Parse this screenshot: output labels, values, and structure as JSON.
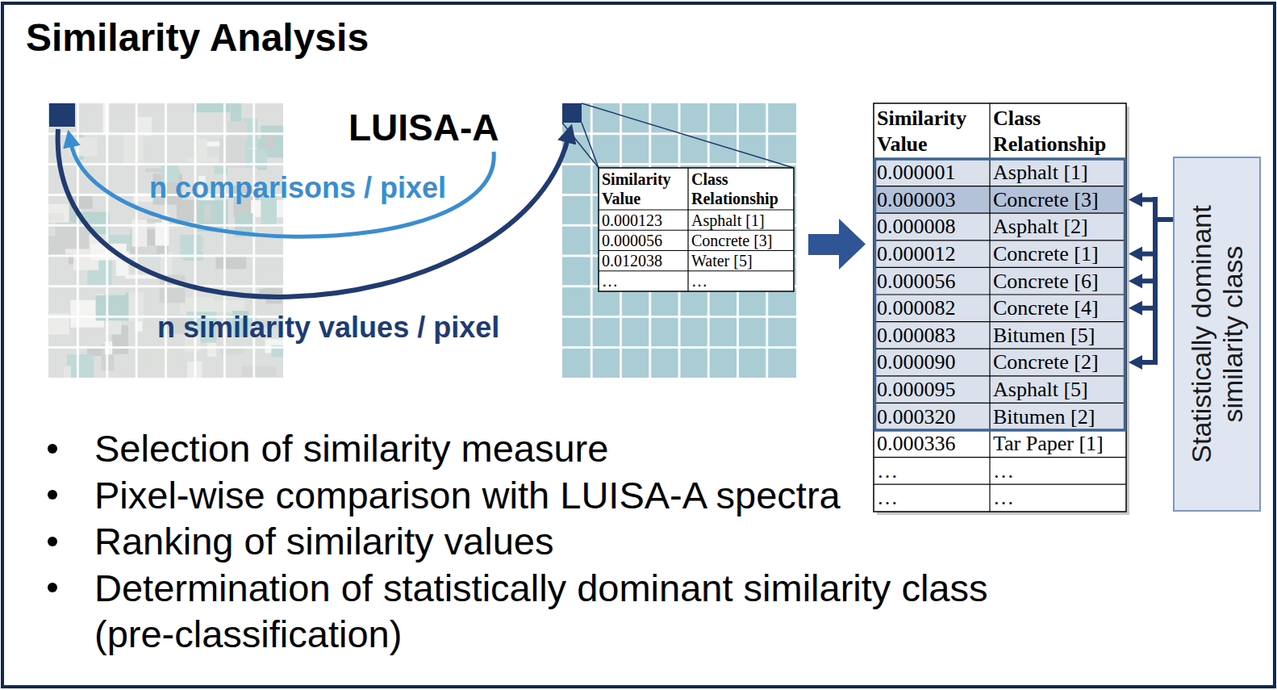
{
  "diagram": {
    "title": "Similarity Analysis",
    "nodes": [
      {
        "text": [
          "Statistically dominant similarity class"
        ]
      }
    ],
    "labels": [
      "LUISA-A",
      "n comparisons / pixel",
      "n similarity values / pixel",
      "Similarity Value",
      "Class Relationship",
      "0.000123",
      "Asphalt [1]",
      "0.000056",
      "Concrete [3]",
      "0.012038",
      "Water [5]",
      "…",
      "…",
      "Similarity Value",
      "Class Relationship",
      "0.000001",
      "Asphalt [1]",
      "0.000003",
      "Concrete [3]",
      "0.000008",
      "Asphalt [2]",
      "0.000012",
      "Concrete [1]",
      "0.000056",
      "Concrete [6]",
      "0.000082",
      "Concrete [4]",
      "0.000083",
      "Bitumen [5]",
      "0.000090",
      "Concrete [2]",
      "0.000095",
      "Asphalt [5]",
      "0.000320",
      "Bitumen [2]",
      "0.000336",
      "Tar Paper [1]",
      "…",
      "…",
      "…",
      "…",
      "Selection of similarity measure",
      "Pixel-wise comparison with LUISA-A spectra",
      "Ranking of similarity values",
      "Determination of statistically dominant similarity class (pre-classification)"
    ]
  }
}
